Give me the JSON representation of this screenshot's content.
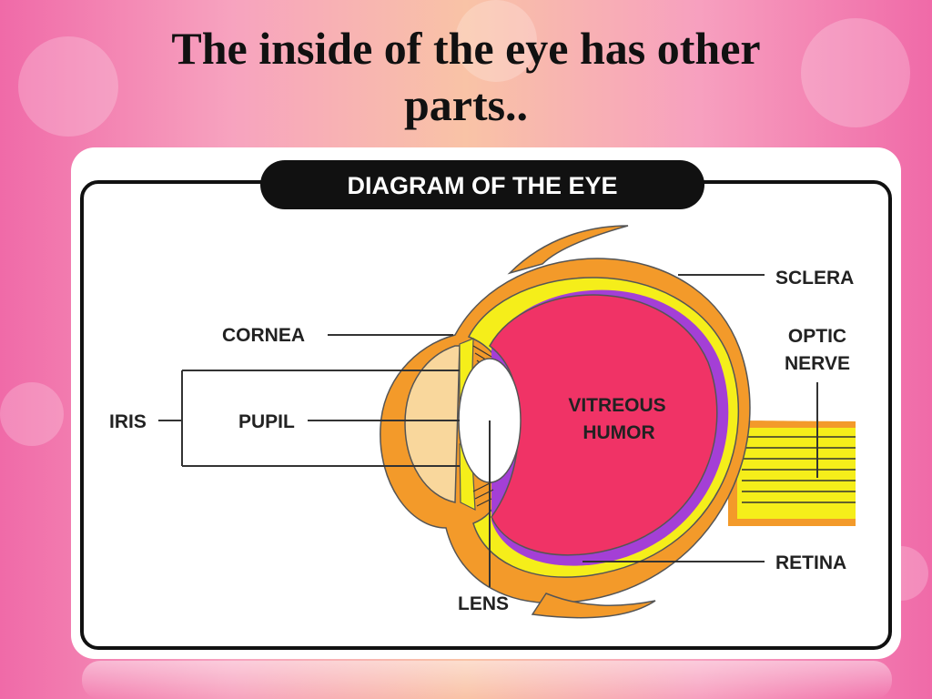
{
  "slide": {
    "title": "The inside of the eye has other\nparts.."
  },
  "diagram": {
    "title": "DIAGRAM OF THE EYE",
    "labels": {
      "cornea": "CORNEA",
      "iris": "IRIS",
      "pupil": "PUPIL",
      "lens": "LENS",
      "vitreous_line1": "VITREOUS",
      "vitreous_line2": "HUMOR",
      "sclera": "SCLERA",
      "optic_line1": "OPTIC",
      "optic_line2": "NERVE",
      "retina": "RETINA"
    }
  },
  "colors": {
    "sclera": "#f39a2a",
    "choroid": "#f5ee1a",
    "retina": "#a43fd6",
    "vitreous": "#f03366",
    "cornea": "#f9d79c",
    "frame": "#111111"
  }
}
